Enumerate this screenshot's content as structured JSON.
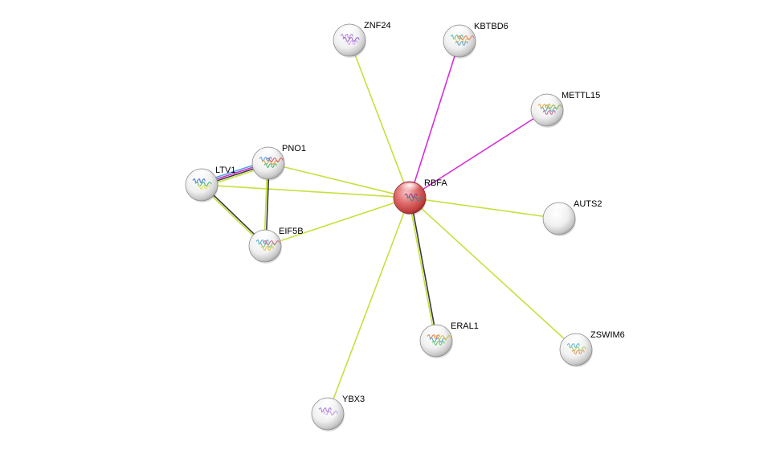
{
  "network": {
    "center_node": "RBFA",
    "nodes": [
      {
        "id": "RBFA",
        "label": "RBFA",
        "type": "query",
        "color": "#d94a4a",
        "has_structure": true,
        "structure_colors": [
          "#8a3a8a",
          "#3a8a8a"
        ]
      },
      {
        "id": "ZNF24",
        "label": "ZNF24",
        "type": "partner",
        "color": "#f2f2f2",
        "has_structure": true,
        "structure_colors": [
          "#b07ad0",
          "#8b5bc5",
          "#d0a0ef"
        ]
      },
      {
        "id": "KBTBD6",
        "label": "KBTBD6",
        "type": "partner",
        "color": "#f2f2f2",
        "has_structure": true,
        "structure_colors": [
          "#3cb9a0",
          "#e0c050",
          "#5ba0d0",
          "#e07a50"
        ]
      },
      {
        "id": "METTL15",
        "label": "METTL15",
        "type": "partner",
        "color": "#f2f2f2",
        "has_structure": true,
        "structure_colors": [
          "#e0a030",
          "#4ab0c0",
          "#c06090",
          "#90b040"
        ]
      },
      {
        "id": "AUTS2",
        "label": "AUTS2",
        "type": "partner",
        "color": "#f2f2f2",
        "has_structure": false,
        "structure_colors": []
      },
      {
        "id": "ZSWIM6",
        "label": "ZSWIM6",
        "type": "partner",
        "color": "#f2f2f2",
        "has_structure": true,
        "structure_colors": [
          "#50b0d0",
          "#a0d060",
          "#e09050"
        ]
      },
      {
        "id": "ERAL1",
        "label": "ERAL1",
        "type": "partner",
        "color": "#f2f2f2",
        "has_structure": true,
        "structure_colors": [
          "#e07040",
          "#40a0e0",
          "#60c060",
          "#d0c040"
        ]
      },
      {
        "id": "YBX3",
        "label": "YBX3",
        "type": "partner",
        "color": "#f2f2f2",
        "has_structure": true,
        "structure_colors": [
          "#a070d0",
          "#c090e0",
          "#ffffff"
        ]
      },
      {
        "id": "EIF5B",
        "label": "EIF5B",
        "type": "partner",
        "color": "#f2f2f2",
        "has_structure": true,
        "structure_colors": [
          "#40a0e0",
          "#60c080",
          "#e0c040",
          "#d06080"
        ]
      },
      {
        "id": "PNO1",
        "label": "PNO1",
        "type": "partner",
        "color": "#f2f2f2",
        "has_structure": true,
        "structure_colors": [
          "#4090e0",
          "#e0a030",
          "#40b060",
          "#d05050"
        ]
      },
      {
        "id": "LTV1",
        "label": "LTV1",
        "type": "partner",
        "color": "#f2f2f2",
        "has_structure": true,
        "structure_colors": [
          "#3060d0",
          "#40b080",
          "#e0e040"
        ]
      }
    ],
    "edges": [
      {
        "source": "RBFA",
        "target": "ZNF24",
        "evidence": [
          "textmining"
        ]
      },
      {
        "source": "RBFA",
        "target": "KBTBD6",
        "evidence": [
          "experimental"
        ]
      },
      {
        "source": "RBFA",
        "target": "METTL15",
        "evidence": [
          "experimental"
        ]
      },
      {
        "source": "RBFA",
        "target": "AUTS2",
        "evidence": [
          "textmining"
        ]
      },
      {
        "source": "RBFA",
        "target": "ZSWIM6",
        "evidence": [
          "textmining"
        ]
      },
      {
        "source": "RBFA",
        "target": "ERAL1",
        "evidence": [
          "coexpression",
          "textmining"
        ]
      },
      {
        "source": "RBFA",
        "target": "YBX3",
        "evidence": [
          "textmining"
        ]
      },
      {
        "source": "RBFA",
        "target": "EIF5B",
        "evidence": [
          "textmining"
        ]
      },
      {
        "source": "RBFA",
        "target": "PNO1",
        "evidence": [
          "textmining"
        ]
      },
      {
        "source": "RBFA",
        "target": "LTV1",
        "evidence": [
          "textmining"
        ]
      },
      {
        "source": "LTV1",
        "target": "PNO1",
        "evidence": [
          "database",
          "experimental",
          "coexpression",
          "textmining"
        ]
      },
      {
        "source": "LTV1",
        "target": "EIF5B",
        "evidence": [
          "coexpression",
          "textmining"
        ]
      },
      {
        "source": "PNO1",
        "target": "EIF5B",
        "evidence": [
          "coexpression",
          "textmining"
        ]
      }
    ],
    "evidence_colors": {
      "textmining": "#c7e03d",
      "experimental": "#d52fd5",
      "database": "#4fa8e0",
      "coexpression": "#3a3a3a"
    }
  }
}
